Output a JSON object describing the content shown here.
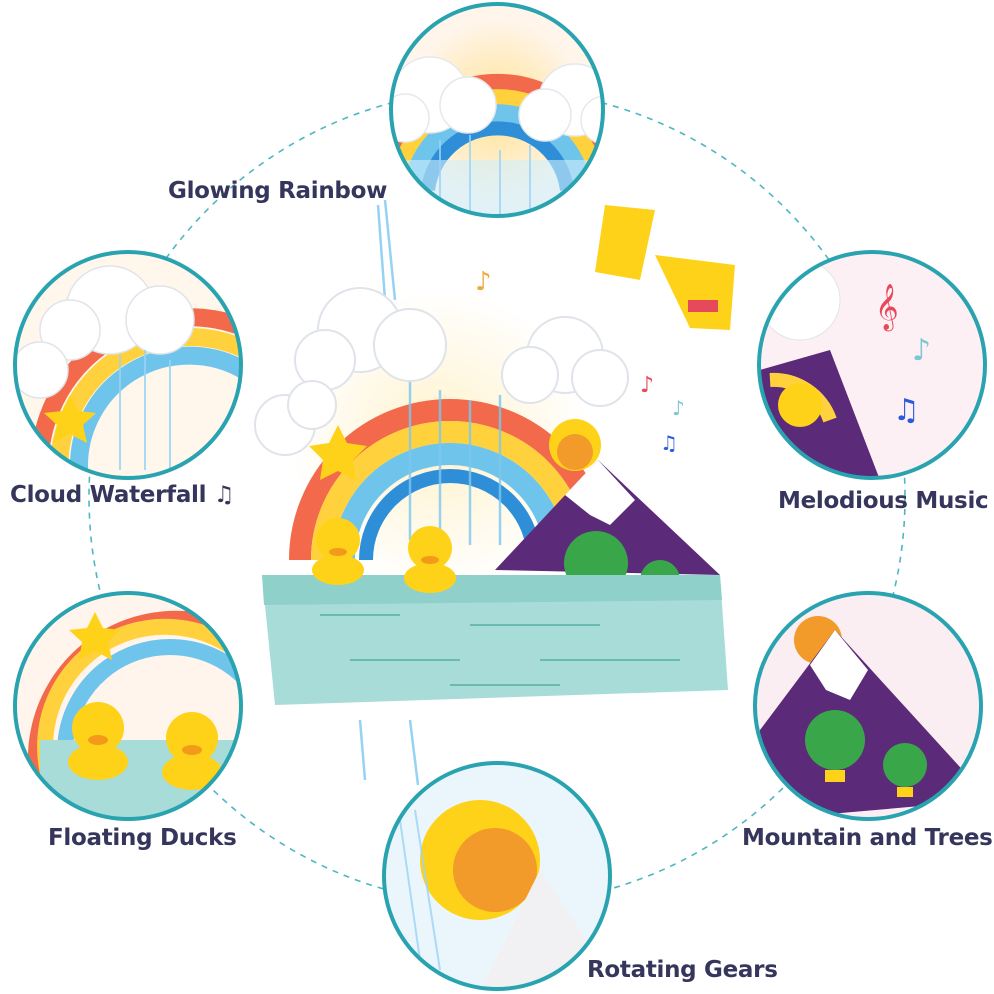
{
  "features": [
    {
      "id": "rainbow",
      "label": "Glowing Rainbow"
    },
    {
      "id": "waterfall",
      "label": "Cloud Waterfall ♫"
    },
    {
      "id": "music",
      "label": "Melodious Music"
    },
    {
      "id": "ducks",
      "label": "Floating Ducks"
    },
    {
      "id": "mountain",
      "label": "Mountain and Trees"
    },
    {
      "id": "gears",
      "label": "Rotating Gears"
    }
  ],
  "colors": {
    "ring": "#2aa3b0",
    "dashed": "#4fb6c4",
    "label": "#36365c",
    "base": "#a8dcd8",
    "mountain": "#5b2a78",
    "duck": "#ffd21a",
    "tree": "#3aa64a"
  }
}
